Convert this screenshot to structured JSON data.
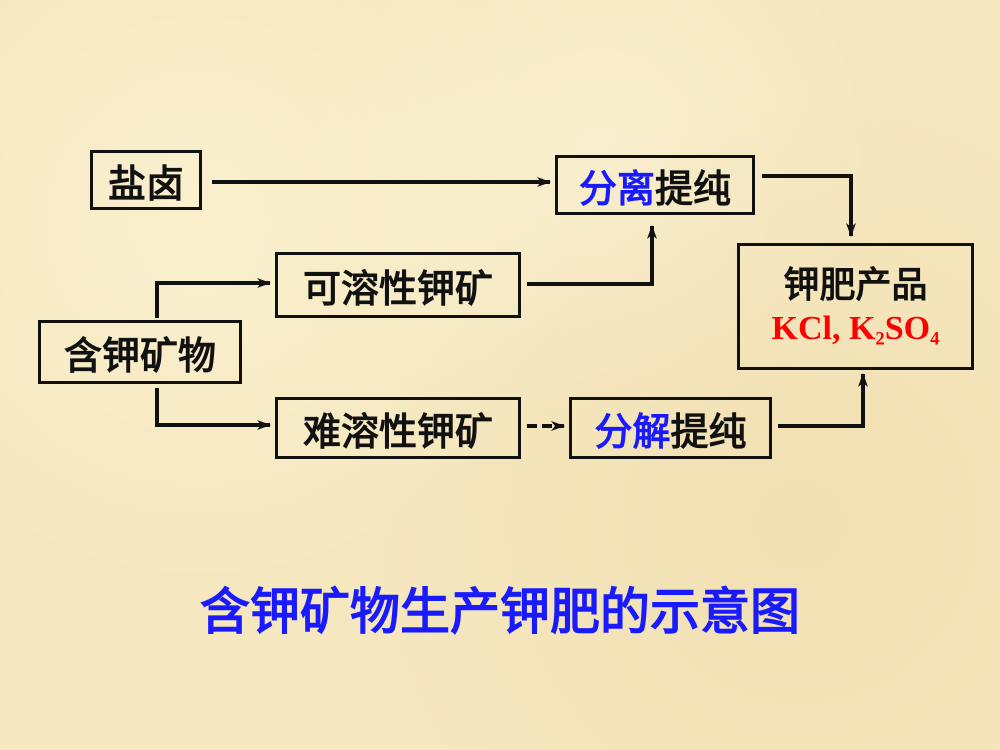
{
  "nodes": {
    "brine": "盐卤",
    "separation": {
      "a": "分离",
      "b": "提纯"
    },
    "soluble_ore": "可溶性钾矿",
    "mineral": "含钾矿物",
    "insoluble_ore": "难溶性钾矿",
    "decomposition": {
      "a": "分解",
      "b": "提纯"
    },
    "product": {
      "title": "钾肥产品",
      "kcl": "KCl,",
      "k": "K",
      "k_sub": "2",
      "so": "SO",
      "so_sub": "4"
    }
  },
  "caption": "含钾矿物生产钾肥的示意图",
  "colors": {
    "highlight": "#1a1aff",
    "product_formula": "#ff0000",
    "stroke": "#111111"
  }
}
